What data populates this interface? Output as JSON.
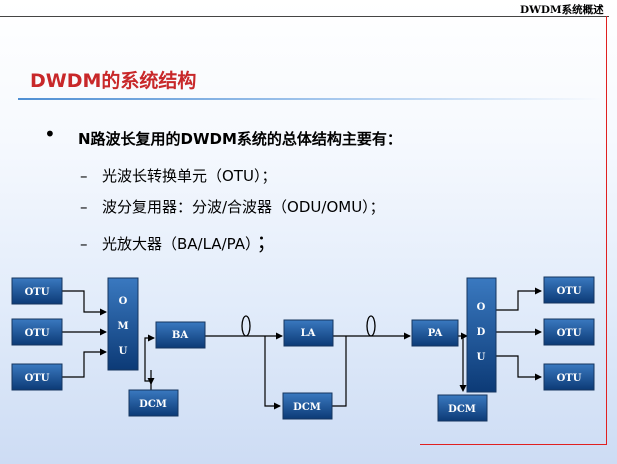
{
  "header": {
    "text": "DWDM系统概述"
  },
  "slide": {
    "title": "DWDM的系统结构",
    "bullet_heading": "N路波长复用的DWDM系统的总体结构主要有：",
    "items": [
      {
        "dash": "–",
        "text": "光波长转换单元（OTU）；",
        "trail": ""
      },
      {
        "dash": "–",
        "text": "波分复用器：分波/合波器（ODU/OMU）；",
        "trail": ""
      },
      {
        "dash": "–",
        "text": "光放大器（BA/LA/PA）",
        "trail": "；"
      }
    ]
  },
  "diagram": {
    "colors": {
      "box_top": "#3a79c0",
      "box_bottom": "#0c3a76",
      "line": "#000000"
    },
    "otu_left": [
      "OTU",
      "OTU",
      "OTU"
    ],
    "omu": [
      "O",
      "M",
      "U"
    ],
    "ba": "BA",
    "la": "LA",
    "pa": "PA",
    "dcm_tx": "DCM",
    "dcm_line": "DCM",
    "dcm_rx": "DCM",
    "odu": [
      "O",
      "D",
      "U"
    ],
    "otu_right": [
      "OTU",
      "OTU",
      "OTU"
    ]
  }
}
